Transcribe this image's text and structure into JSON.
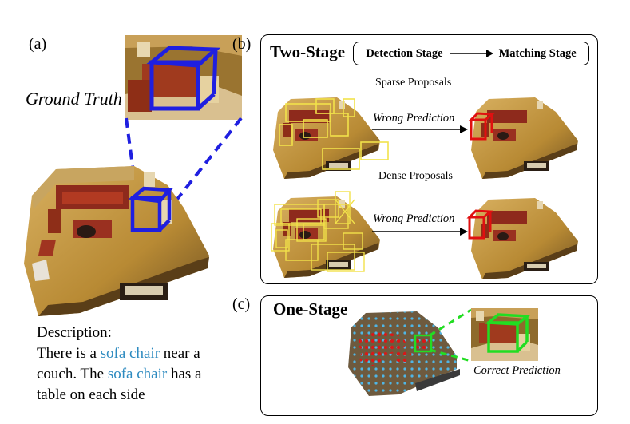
{
  "panel_a": {
    "letter": "(a)",
    "ground_truth_label": "Ground Truth",
    "description_heading": "Description:",
    "description_lines": [
      {
        "pre": "There is a ",
        "hl": "sofa chair",
        "post": " near a"
      },
      {
        "pre": "couch. The ",
        "hl": "sofa chair",
        "post": " has a"
      },
      {
        "pre": "table on each side",
        "hl": "",
        "post": ""
      }
    ],
    "highlight_color": "#2E8BC0",
    "gt_box_color": "#1F1FE0"
  },
  "panel_b": {
    "letter": "(b)",
    "title": "Two-Stage",
    "pipeline": {
      "from": "Detection Stage",
      "to": "Matching Stage"
    },
    "rows": [
      {
        "label": "Sparse Proposals",
        "prediction": "Wrong Prediction"
      },
      {
        "label": "Dense Proposals",
        "prediction": "Wrong Prediction"
      }
    ],
    "proposal_color": "#F2E24A",
    "wrong_color": "#E01010"
  },
  "panel_c": {
    "letter": "(c)",
    "title": "One-Stage",
    "prediction": "Correct Prediction",
    "correct_color": "#22DD22"
  }
}
